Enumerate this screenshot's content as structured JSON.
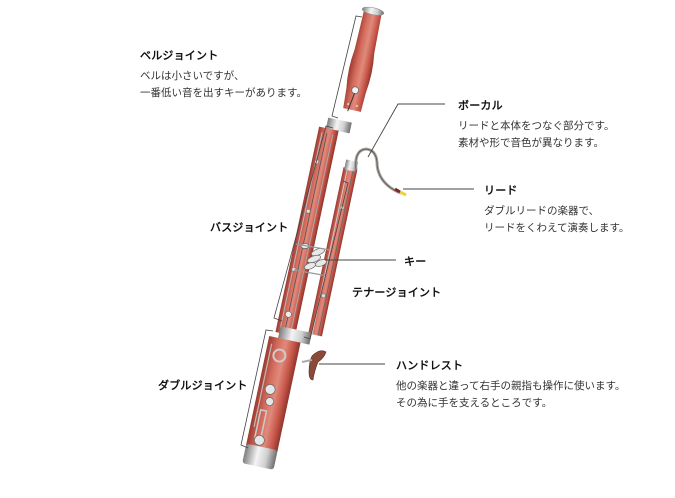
{
  "diagram": {
    "subject": "bassoon",
    "colors": {
      "wood": "#c9574a",
      "wood_dark": "#9c3a30",
      "wood_light": "#e08a7c",
      "metal": "#d9d9d9",
      "metal_dark": "#8a8a8a",
      "leader_line": "#444444",
      "title_text": "#111111",
      "body_text": "#333333",
      "reed_tip": "#f2d23a"
    },
    "parts": {
      "bell_joint": {
        "title": "ベルジョイント",
        "lines": [
          "ベルは小さいですが、",
          "一番低い音を出すキーがあります。"
        ]
      },
      "bocal": {
        "title": "ボーカル",
        "lines": [
          "リードと本体をつなぐ部分です。",
          "素材や形で音色が異なります。"
        ]
      },
      "reed": {
        "title": "リード",
        "lines": [
          "ダブルリードの楽器で、",
          "リードをくわえて演奏します。"
        ]
      },
      "bass_joint": {
        "title": "バスジョイント"
      },
      "keys": {
        "title": "キー"
      },
      "tenor_joint": {
        "title": "テナージョイント"
      },
      "hand_rest": {
        "title": "ハンドレスト",
        "lines": [
          "他の楽器と違って右手の親指も操作に使います。",
          "その為に手を支えるところです。"
        ]
      },
      "double_joint": {
        "title": "ダブルジョイント"
      }
    }
  }
}
